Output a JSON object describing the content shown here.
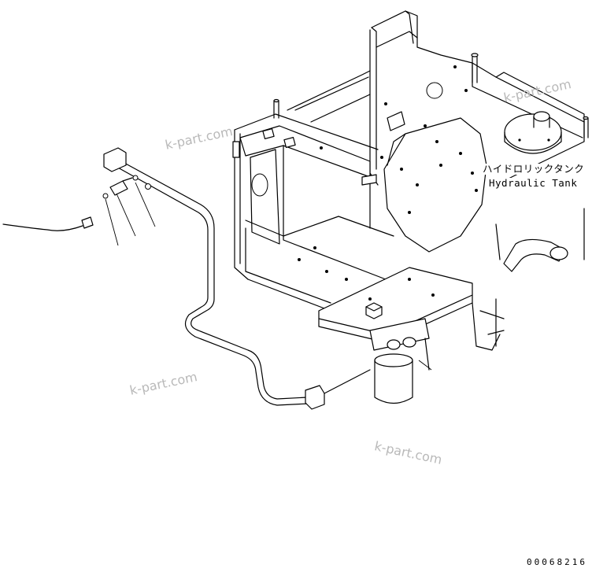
{
  "labels": {
    "tank_jp": "ハイドロリックタンク",
    "tank_en": "Hydraulic Tank"
  },
  "watermarks": [
    "k-part.com",
    "k-part.com",
    "k-part.com",
    "k-part.com"
  ],
  "drawing_code": "00068216"
}
